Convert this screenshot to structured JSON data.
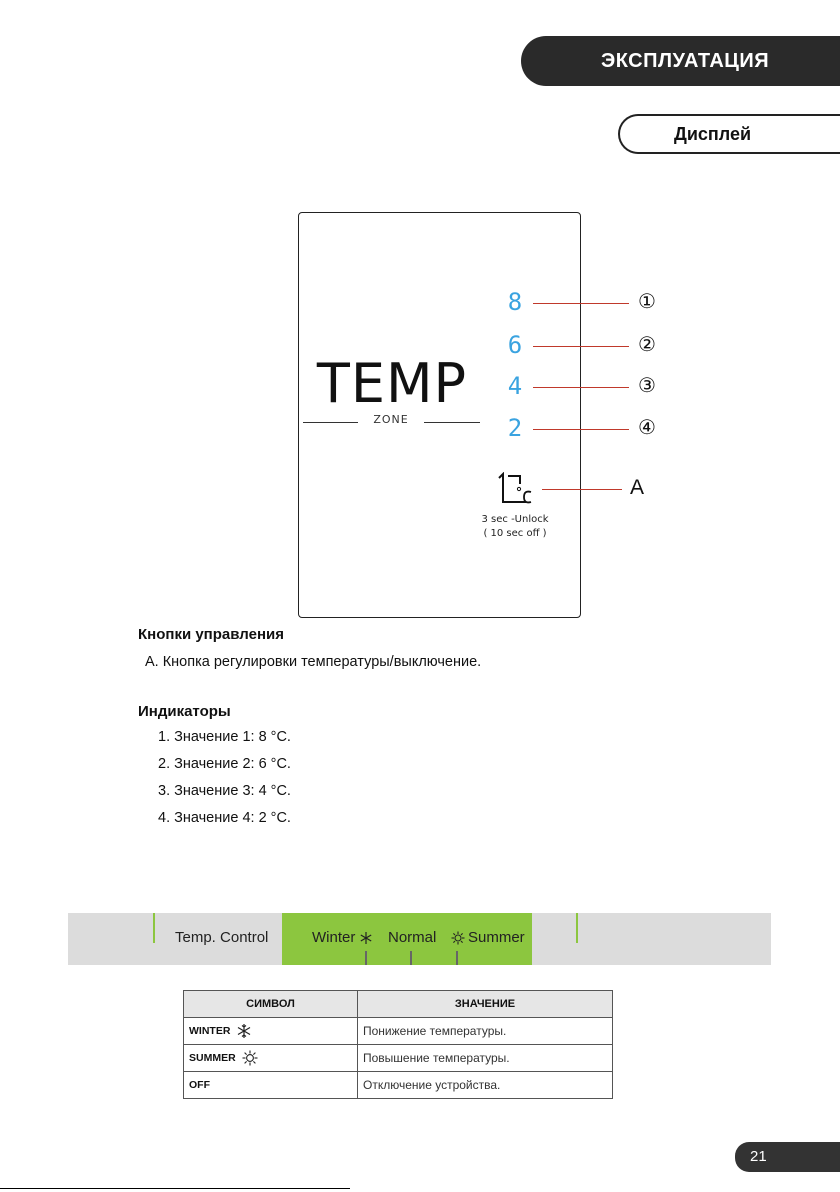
{
  "header": {
    "section_title": "ЭКСПЛУАТАЦИЯ",
    "subsection_title": "Дисплей"
  },
  "display_panel": {
    "temp_label": "TEMP",
    "zone_label": "ZONE",
    "indicator_digits": [
      "8",
      "6",
      "4",
      "2"
    ],
    "markers": [
      "①",
      "②",
      "③",
      "④"
    ],
    "button_marker": "A",
    "unlock_text": "3 sec -Unlock",
    "off_text": "( 10 sec off )",
    "digit_color": "#3aa3e0",
    "leader_color": "#c0392b"
  },
  "controls_section": {
    "heading": "Кнопки управления",
    "items": [
      "A. Кнопка регулировки температуры/выключение."
    ]
  },
  "indicators_section": {
    "heading": "Индикаторы",
    "items": [
      "1. Значение 1: 8 °C.",
      "2. Значение 2: 6 °C.",
      "3. Значение 3: 4 °C.",
      "4. Значение 4: 2 °C."
    ]
  },
  "control_bar": {
    "label": "Temp. Control",
    "options": [
      "Winter",
      "Normal",
      "Summer"
    ],
    "accent_color": "#8cc63f"
  },
  "legend_table": {
    "headers": [
      "СИМВОЛ",
      "ЗНАЧЕНИЕ"
    ],
    "rows": [
      {
        "symbol": "WINTER",
        "icon": "snowflake-icon",
        "meaning": "Понижение температуры."
      },
      {
        "symbol": "SUMMER",
        "icon": "sun-icon",
        "meaning": "Повышение температуры."
      },
      {
        "symbol": "OFF",
        "icon": "",
        "meaning": "Отключение устройства."
      }
    ]
  },
  "footer": {
    "page_number": "21"
  }
}
